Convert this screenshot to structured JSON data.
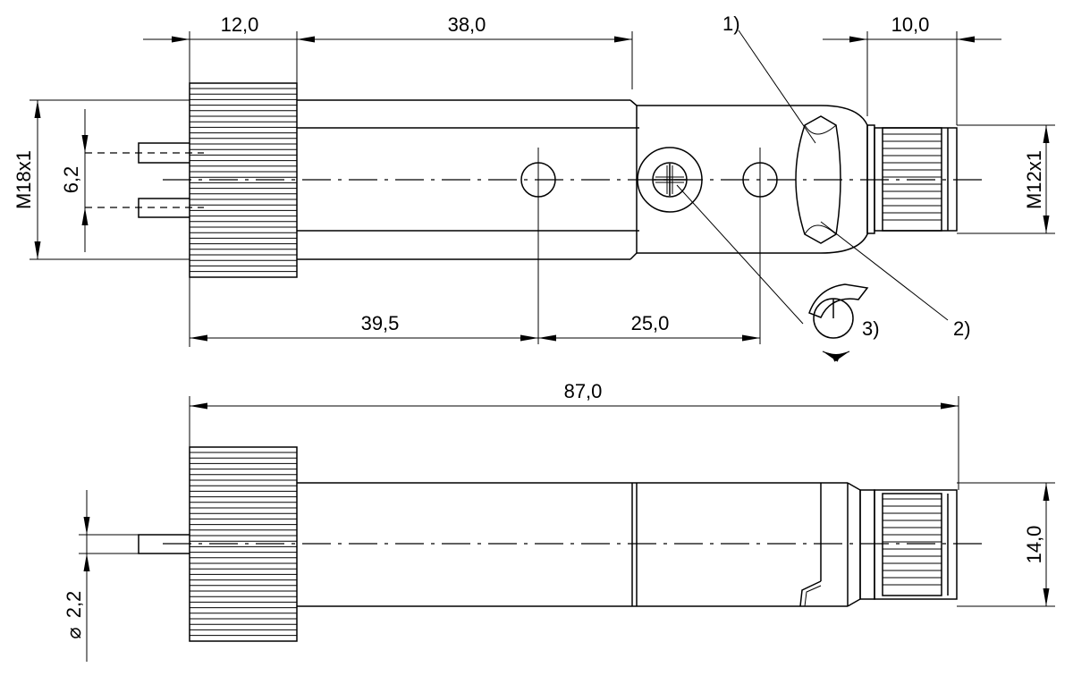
{
  "dimensions": {
    "d_12_0": "12,0",
    "d_38_0": "38,0",
    "d_10_0": "10,0",
    "d_39_5": "39,5",
    "d_25_0": "25,0",
    "d_87_0": "87,0",
    "d_14_0": "14,0",
    "d_6_2": "6,2",
    "d_m18": "M18x1",
    "d_m12": "M12x1",
    "d_dia": "2,2"
  },
  "callouts": {
    "c1": "1)",
    "c2": "2)",
    "c3": "3)"
  },
  "symbols": {
    "diameter": "⌀"
  },
  "icons": {
    "rotation": "rotation-adjust-icon"
  }
}
